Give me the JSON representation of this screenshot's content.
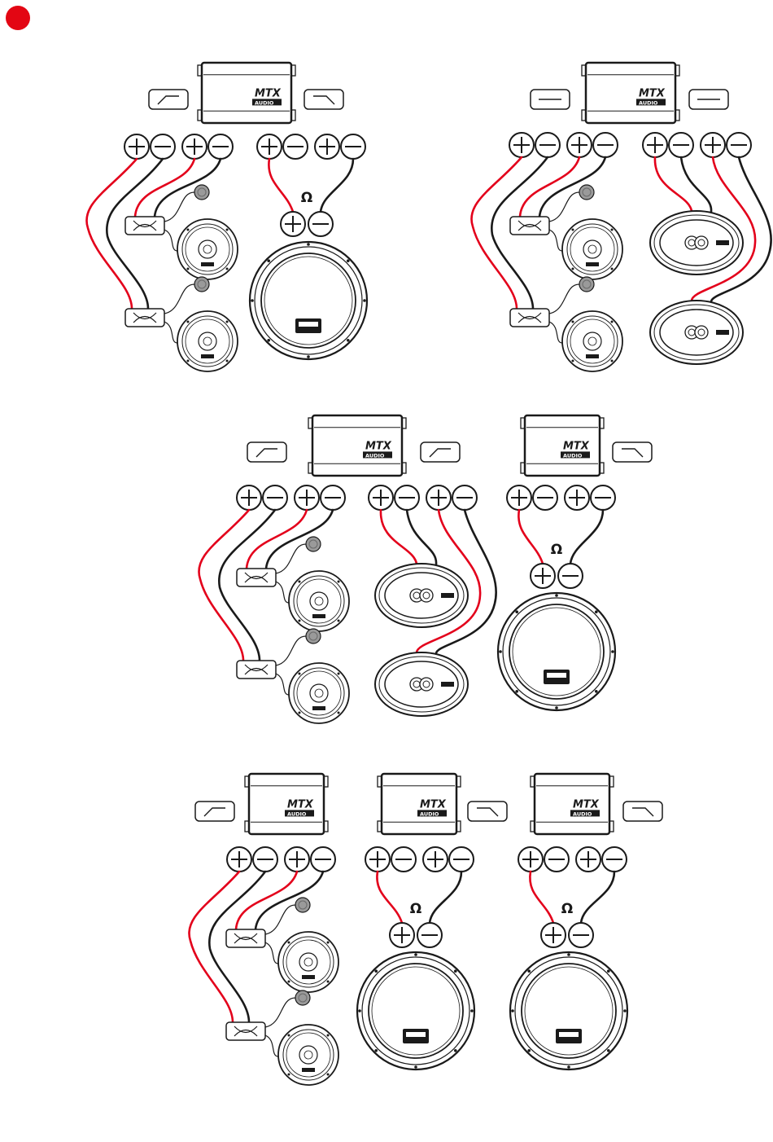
{
  "page": {
    "marker_color": "#e30613"
  },
  "colors": {
    "positive_wire": "#e3001b",
    "negative_wire": "#1a1a1a",
    "stroke": "#1a1a1a"
  },
  "amplifier": {
    "brand": "MTX",
    "brand_sub": "AUDIO"
  },
  "labels": {
    "ohm": "Ω"
  },
  "icons": {
    "terminal_positive": "plus-circle-icon",
    "terminal_negative": "minus-circle-icon",
    "highpass_filter": "highpass-filter-icon",
    "lowpass_filter": "lowpass-filter-icon",
    "fullrange_filter": "fullrange-filter-icon",
    "crossover": "crossover-icon",
    "tweeter": "tweeter-icon",
    "midrange": "component-speaker-icon",
    "coaxial": "coaxial-speaker-icon",
    "subwoofer": "subwoofer-icon"
  },
  "diagrams": [
    {
      "name": "diagram-a",
      "amp_count": 1,
      "left_filter": "highpass",
      "right_filter": "lowpass",
      "outputs": [
        "component",
        "subwoofer"
      ]
    },
    {
      "name": "diagram-b",
      "amp_count": 1,
      "left_filter": "fullrange",
      "right_filter": "fullrange",
      "outputs": [
        "component",
        "coaxial"
      ]
    },
    {
      "name": "diagram-c",
      "amp_count": 2,
      "left_filter": "highpass",
      "right_filter": "highpass",
      "second_filter": "lowpass",
      "outputs": [
        "component",
        "coaxial",
        "subwoofer"
      ]
    },
    {
      "name": "diagram-d",
      "amp_count": 3,
      "left_filter": "highpass",
      "second_filter": "lowpass",
      "third_filter": "lowpass",
      "outputs": [
        "component",
        "subwoofer",
        "subwoofer"
      ]
    }
  ]
}
